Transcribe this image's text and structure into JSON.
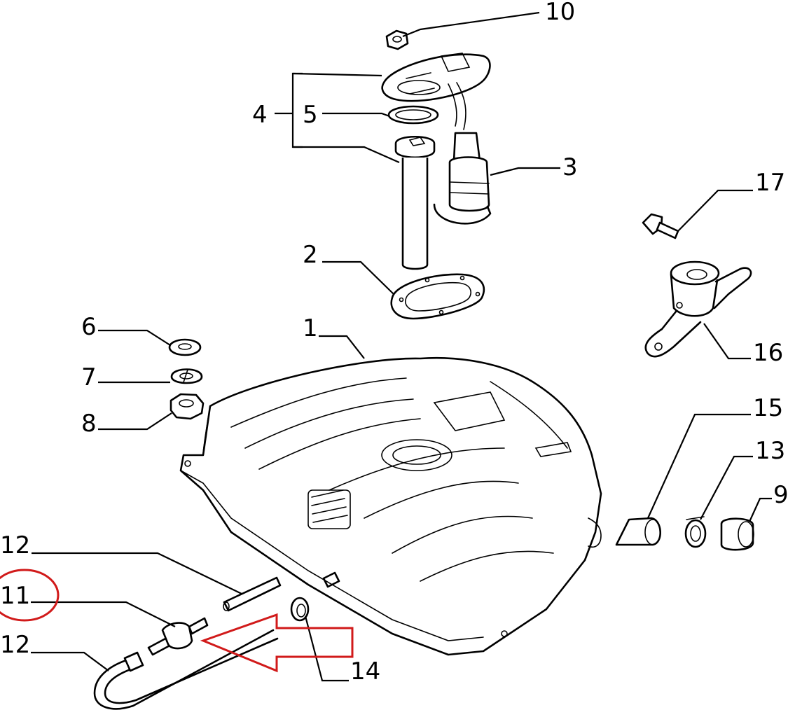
{
  "callouts": {
    "c1": "1",
    "c2": "2",
    "c3": "3",
    "c4": "4",
    "c5": "5",
    "c6": "6",
    "c7": "7",
    "c8": "8",
    "c9": "9",
    "c10": "10",
    "c11": "11",
    "c12_top": "12",
    "c12_bottom": "12",
    "c13": "13",
    "c14": "14",
    "c15": "15",
    "c16": "16",
    "c17": "17"
  },
  "highlight": {
    "color": "#d11a1a",
    "target_callout": "11"
  }
}
